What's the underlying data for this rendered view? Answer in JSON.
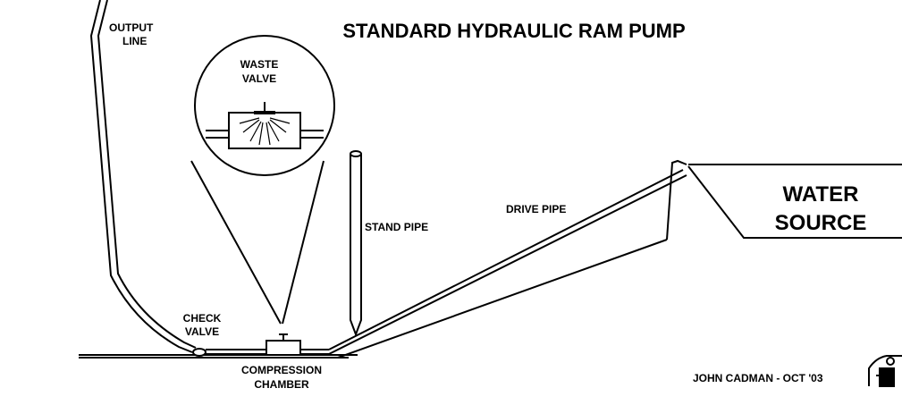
{
  "title": "STANDARD HYDRAULIC RAM PUMP",
  "labels": {
    "output_line": [
      "OUTPUT",
      "LINE"
    ],
    "waste_valve": [
      "WASTE",
      "VALVE"
    ],
    "stand_pipe": "STAND PIPE",
    "drive_pipe": "DRIVE PIPE",
    "water_source": [
      "WATER",
      "SOURCE"
    ],
    "check_valve": [
      "CHECK",
      "VALVE"
    ],
    "compression_chamber": [
      "COMPRESSION",
      "CHAMBER"
    ],
    "credit": "JOHN CADMAN - OCT '03"
  },
  "logo": {
    "icon": "ram-logo-icon"
  },
  "colors": {
    "line": "#000000",
    "background": "#ffffff"
  }
}
